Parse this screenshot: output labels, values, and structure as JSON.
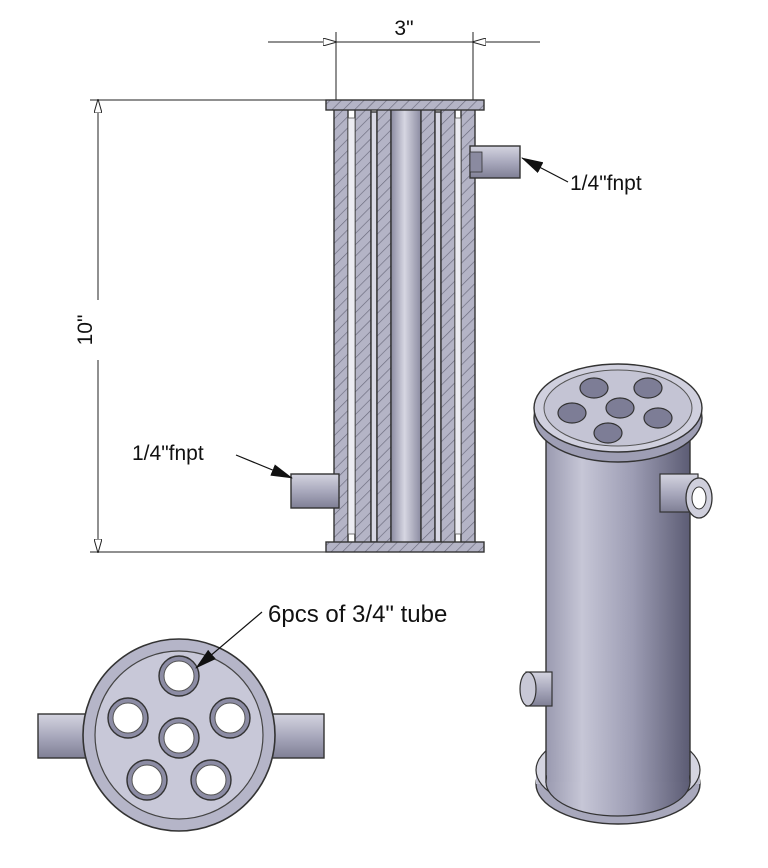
{
  "dimensions": {
    "width_label": "3\"",
    "height_label": "10\""
  },
  "callouts": {
    "upper_port": "1/4\"fnpt",
    "lower_port": "1/4\"fnpt",
    "tubes": "6pcs of 3/4\" tube"
  },
  "colors": {
    "metal": "#b9b9c9",
    "metal_dark": "#8e8ea2",
    "metal_light": "#dcdce8",
    "hatch": "#666677",
    "line": "#222222"
  },
  "views": {
    "section_view": "sectioned side view",
    "top_view": "top view",
    "iso_view": "isometric view"
  }
}
